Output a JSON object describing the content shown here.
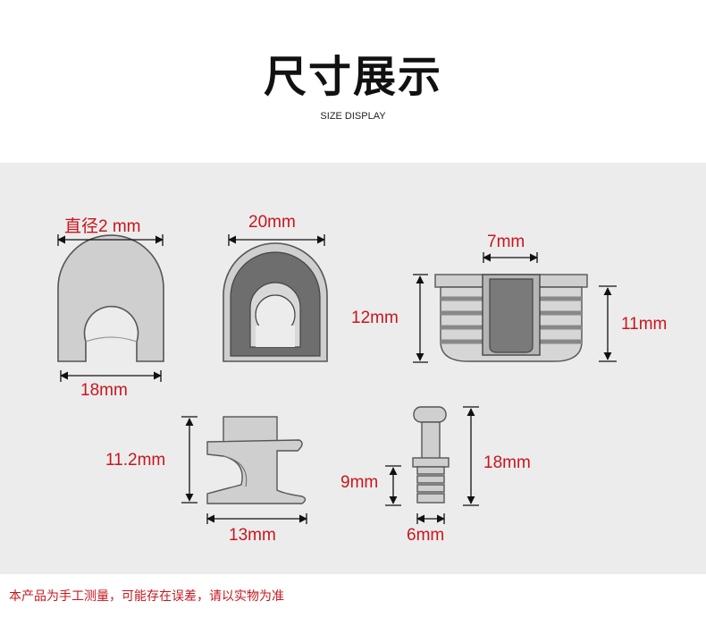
{
  "header": {
    "title": "尺寸展示",
    "subtitle": "SIZE DISPLAY"
  },
  "dimensions": {
    "part1_diameter": "直径2  mm",
    "part1_width": "18mm",
    "part2_width": "20mm",
    "part3_inner": "7mm",
    "part3_left_height": "12mm",
    "part3_right_height": "11mm",
    "part4_height": "11.2mm",
    "part4_width": "13mm",
    "part5_small_height": "9mm",
    "part5_height": "18mm",
    "part5_width": "6mm"
  },
  "footer": {
    "note": "本产品为手工测量，可能存在误差，请以实物为准"
  },
  "colors": {
    "label_red": "#c8161d",
    "panel_bg": "#ececec",
    "part_gray": "#c9c9c9",
    "part_dark": "#6e6e6e"
  }
}
